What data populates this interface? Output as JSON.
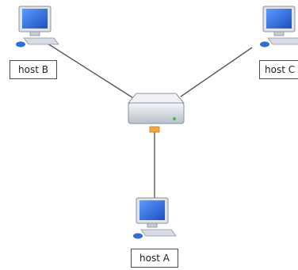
{
  "hosts": {
    "b": {
      "label": "host B"
    },
    "c": {
      "label": "host C"
    },
    "a": {
      "label": "host A"
    }
  },
  "colors": {
    "link": "#5a5a5a",
    "monitor_frame": "#d6dbe2",
    "screen": "#1f5fd6",
    "screen_light": "#5b9bff",
    "keyboard": "#c5ccd6",
    "mouse": "#2f6fd0",
    "hub_body": "#c9ced6",
    "hub_top": "#e9ecf1",
    "port": "#f2a64b",
    "led": "#3fbf4a"
  },
  "icons": {
    "host": "desktop-computer-icon",
    "center": "network-hub-icon"
  }
}
